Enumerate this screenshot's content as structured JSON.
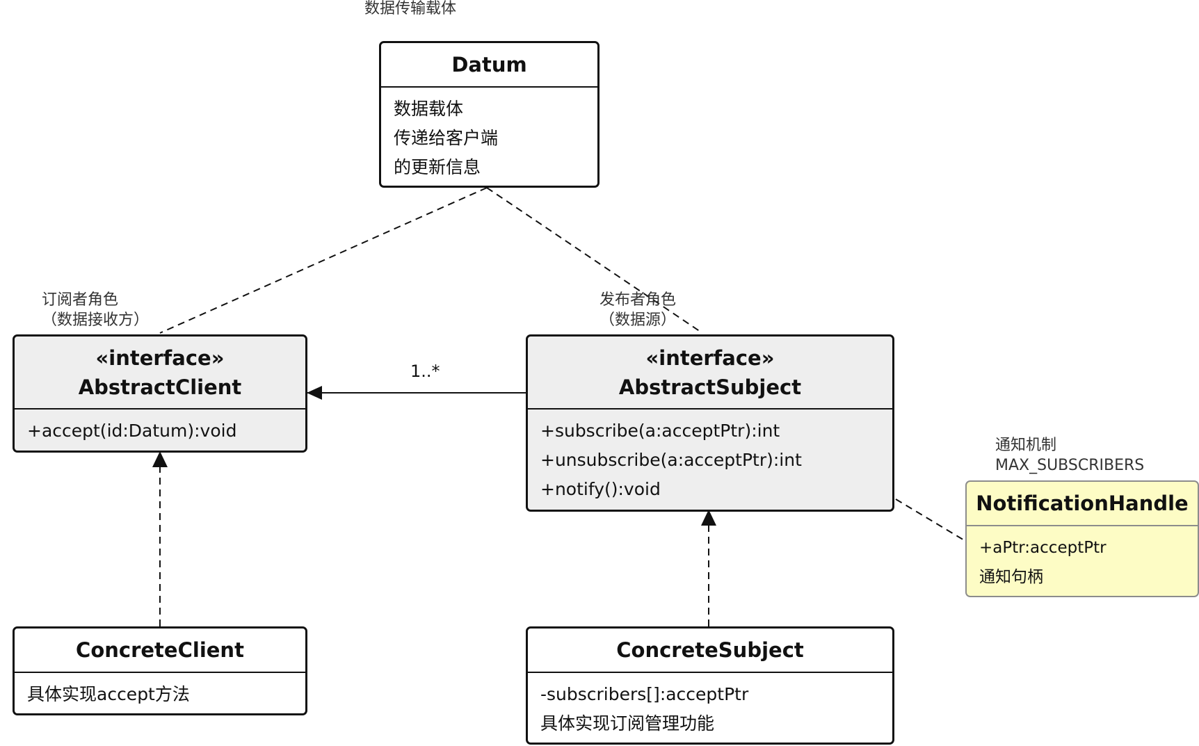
{
  "diagram": {
    "caption": "数据传输载体",
    "classes": {
      "datum": {
        "title": "Datum",
        "body": [
          "数据载体",
          "传递给客户端",
          "的更新信息"
        ]
      },
      "abstract_client": {
        "stereotype": "«interface»",
        "title": "AbstractClient",
        "body": [
          "+accept(id:Datum):void"
        ]
      },
      "abstract_subject": {
        "stereotype": "«interface»",
        "title": "AbstractSubject",
        "body": [
          "+subscribe(a:acceptPtr):int",
          "+unsubscribe(a:acceptPtr):int",
          "+notify():void"
        ]
      },
      "concrete_client": {
        "title": "ConcreteClient",
        "body": [
          "具体实现accept方法"
        ]
      },
      "concrete_subject": {
        "title": "ConcreteSubject",
        "body": [
          "-subscribers[]:acceptPtr",
          "具体实现订阅管理功能"
        ]
      },
      "notification_handle": {
        "title": "NotificationHandle",
        "body": [
          "+aPtr:acceptPtr",
          "通知句柄"
        ]
      }
    },
    "labels": {
      "subscriber_role": [
        "订阅者角色",
        "（数据接收方）"
      ],
      "publisher_role": [
        "发布者角色",
        "（数据源）"
      ],
      "notification_note": [
        "通知机制",
        "MAX_SUBSCRIBERS"
      ]
    },
    "multiplicity": "1..*",
    "colors": {
      "line": "#111111",
      "interface_fill": "#eeeeee",
      "note_fill": "#fdfcc5",
      "note_border": "#8c8c8c"
    }
  }
}
